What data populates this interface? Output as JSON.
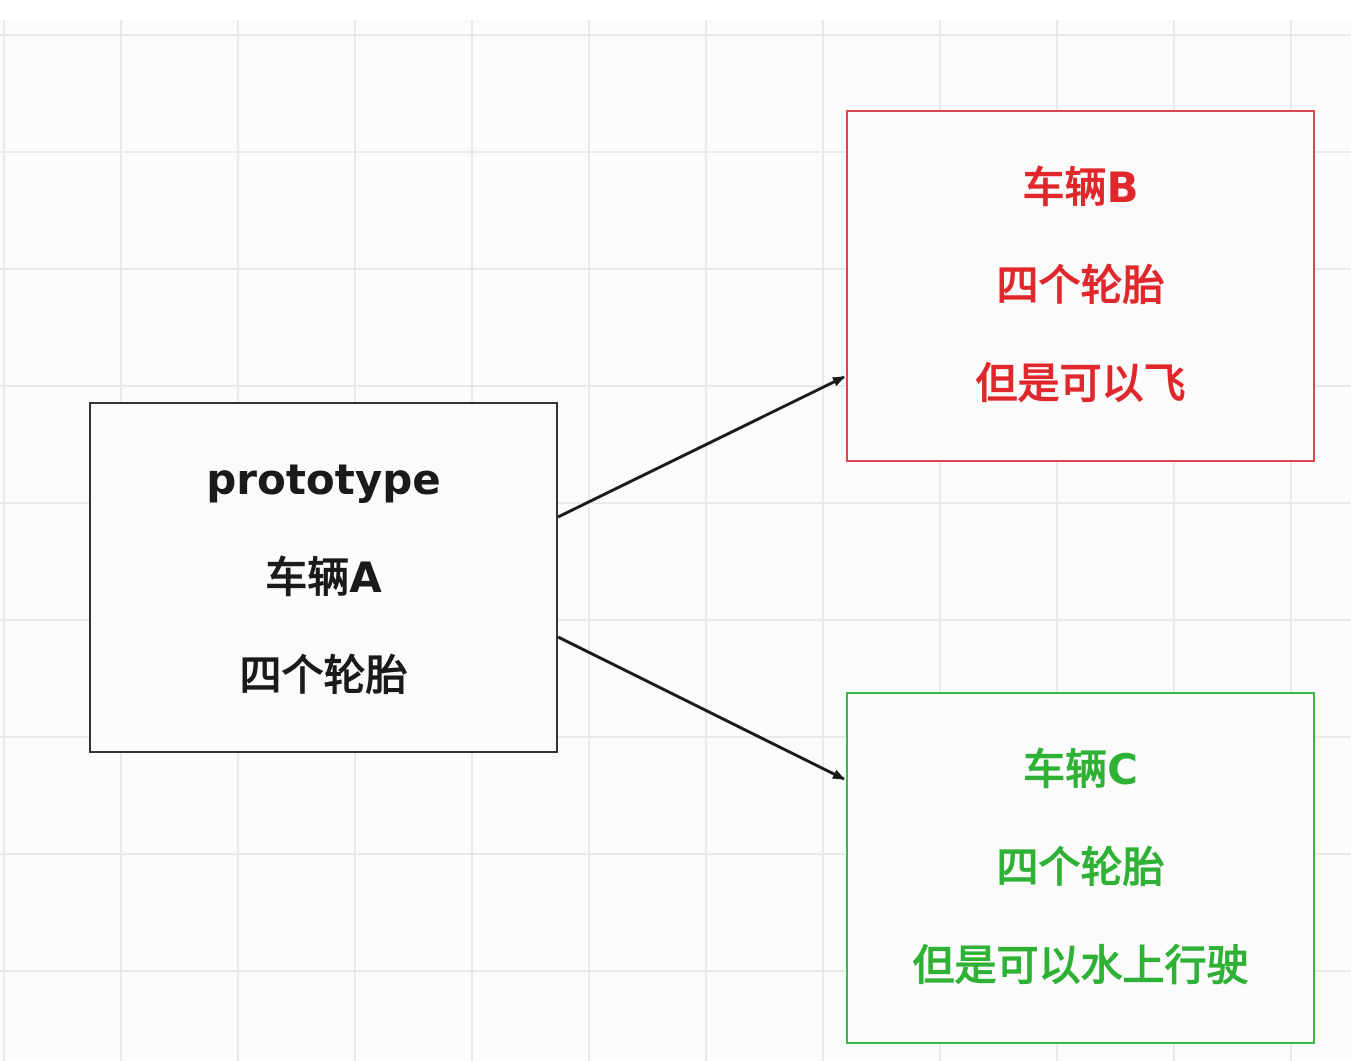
{
  "colors": {
    "node_a": "#1a1a1a",
    "node_b": "#e0282c",
    "node_c": "#2eb135",
    "node_a_border": "#333333",
    "node_b_border": "#d9464d",
    "node_c_border": "#3cb84a",
    "connector": "#1a1a1a"
  },
  "nodes": [
    {
      "id": "A",
      "lines": [
        "prototype",
        "车辆A",
        "四个轮胎"
      ]
    },
    {
      "id": "B",
      "lines": [
        "车辆B",
        "四个轮胎",
        "但是可以飞"
      ]
    },
    {
      "id": "C",
      "lines": [
        "车辆C",
        "四个轮胎",
        "但是可以水上行驶"
      ]
    }
  ],
  "edges": [
    {
      "from": "A",
      "to": "B"
    },
    {
      "from": "A",
      "to": "C"
    }
  ]
}
